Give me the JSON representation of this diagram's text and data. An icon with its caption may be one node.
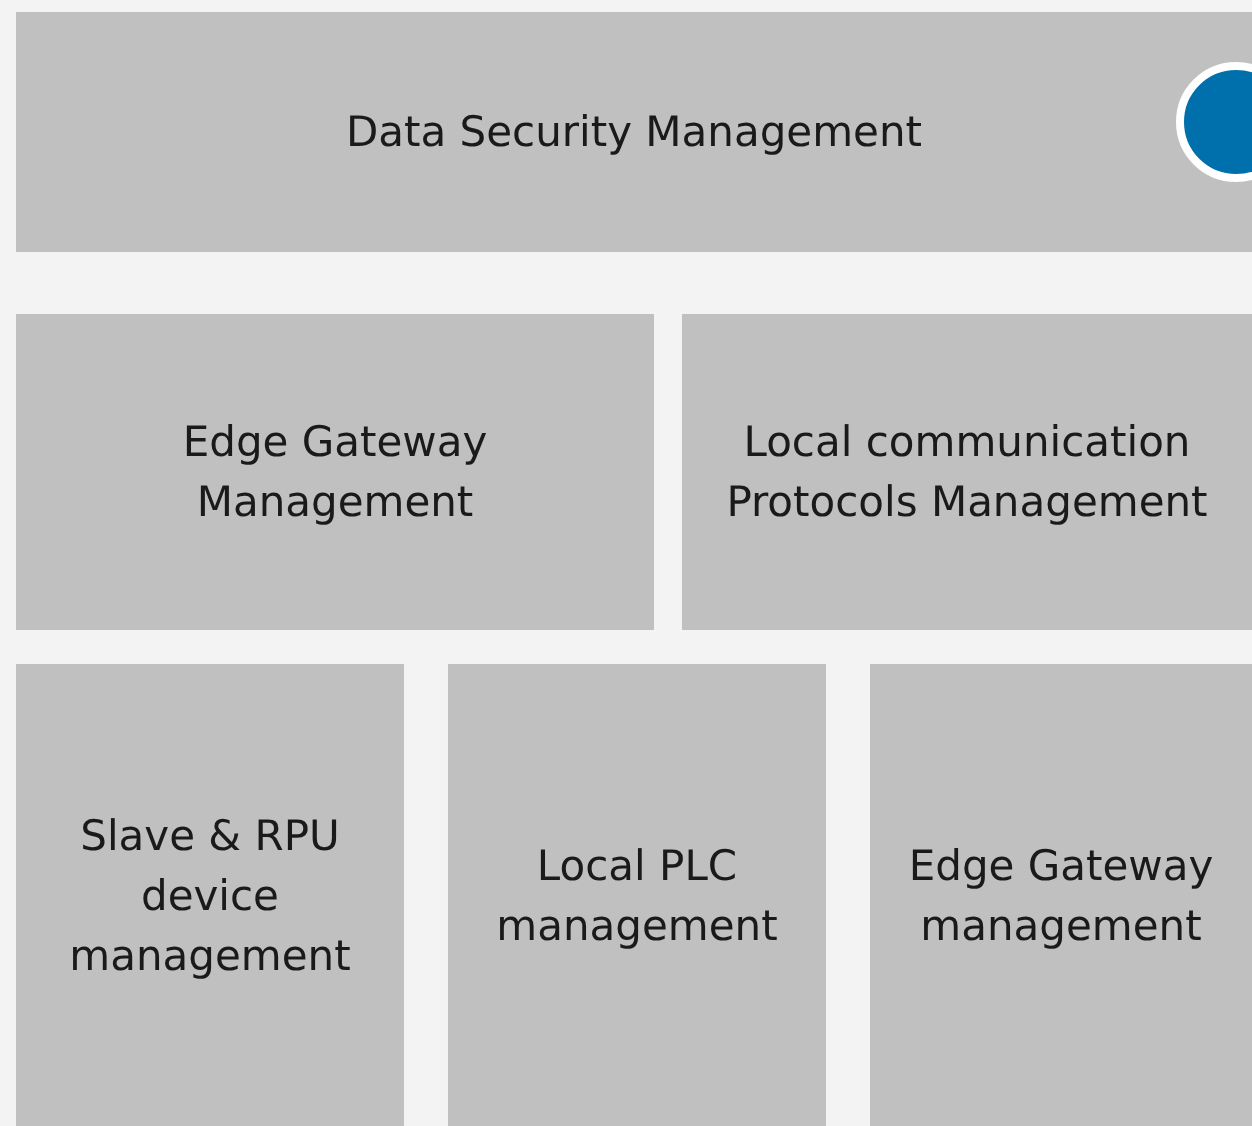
{
  "diagram": {
    "nodes": [
      {
        "text": [
          "Data Security Management"
        ]
      },
      {
        "text": [],
        "shape": "circle",
        "in": 0
      },
      {
        "text": [
          "Edge Gateway Management"
        ]
      },
      {
        "text": [
          "Local communication Protocols Management"
        ]
      },
      {
        "text": [
          "Slave & RPU device management"
        ]
      },
      {
        "text": [
          "Local PLC management"
        ]
      },
      {
        "text": [
          "Edge Gateway management"
        ]
      }
    ]
  }
}
